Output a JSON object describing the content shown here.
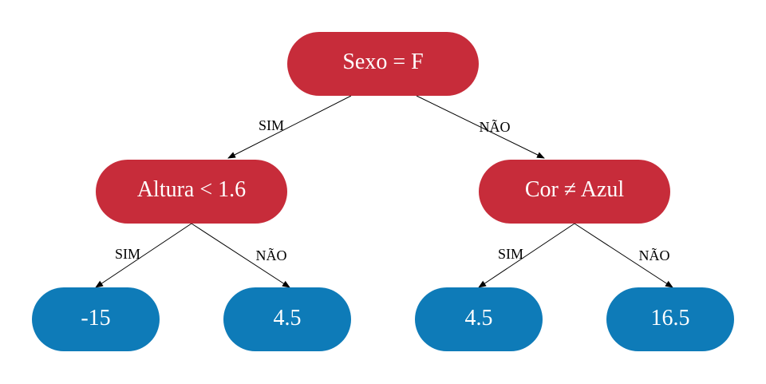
{
  "colors": {
    "decision_node": "#c72c3a",
    "leaf_node": "#0e7bb8",
    "edge": "#000000",
    "node_text": "#ffffff"
  },
  "nodes": {
    "root": {
      "label": "Sexo = F",
      "kind": "decision"
    },
    "left": {
      "label": "Altura < 1.6",
      "kind": "decision"
    },
    "right": {
      "label": "Cor ≠ Azul",
      "kind": "decision"
    },
    "leaf_1": {
      "label": "-15",
      "kind": "leaf"
    },
    "leaf_2": {
      "label": "4.5",
      "kind": "leaf"
    },
    "leaf_3": {
      "label": "4.5",
      "kind": "leaf"
    },
    "leaf_4": {
      "label": "16.5",
      "kind": "leaf"
    }
  },
  "edges": {
    "root_left": {
      "from": "root",
      "to": "left",
      "label": "SIM"
    },
    "root_right": {
      "from": "root",
      "to": "right",
      "label": "NÃO"
    },
    "left_leaf1": {
      "from": "left",
      "to": "leaf_1",
      "label": "SIM"
    },
    "left_leaf2": {
      "from": "left",
      "to": "leaf_2",
      "label": "NÃO"
    },
    "right_leaf3": {
      "from": "right",
      "to": "leaf_3",
      "label": "SIM"
    },
    "right_leaf4": {
      "from": "right",
      "to": "leaf_4",
      "label": "NÃO"
    }
  }
}
